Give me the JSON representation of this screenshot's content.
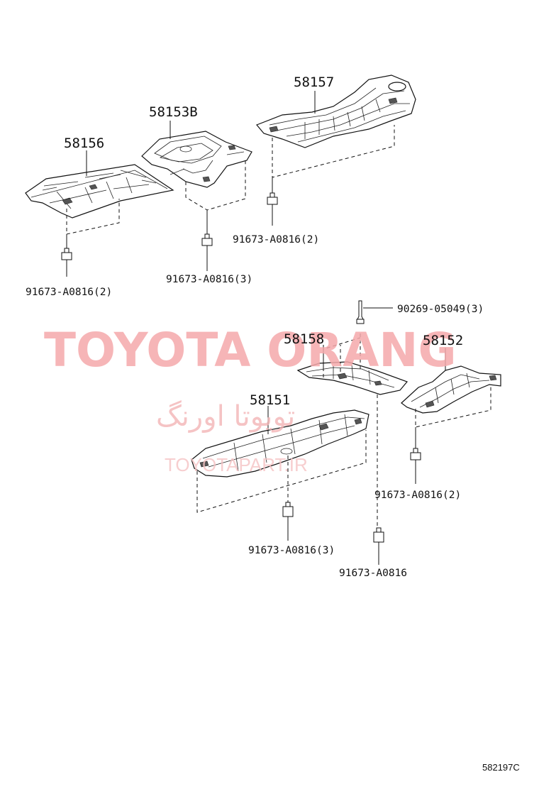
{
  "parts": {
    "p58156": "58156",
    "p58153b": "58153B",
    "p58157": "58157",
    "p58158": "58158",
    "p58152": "58152",
    "p58151": "58151"
  },
  "fasteners": {
    "f_58156": "91673-A0816(2)",
    "f_58153b": "91673-A0816(3)",
    "f_58157": "91673-A0816(2)",
    "f_clip": "90269-05049(3)",
    "f_58152": "91673-A0816(2)",
    "f_58151": "91673-A0816(3)",
    "f_58158": "91673-A0816"
  },
  "watermark": {
    "main": "TOYOTA ORANG",
    "persian": "تویوتا اورنگ",
    "site": "TOYOTAPART.IR"
  },
  "diagram_code": "582197C"
}
